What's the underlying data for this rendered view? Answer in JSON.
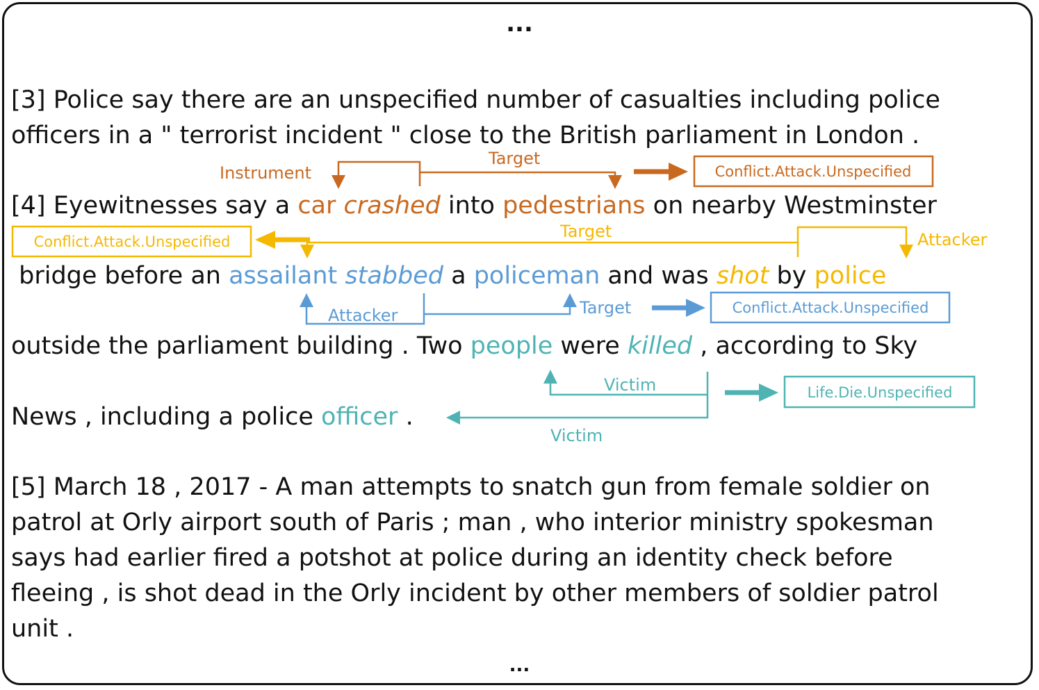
{
  "top_ellipsis": "...",
  "bottom_ellipsis": "...",
  "colors": {
    "event1": "#c8691f",
    "event2": "#f5b800",
    "event3": "#5b9bd5",
    "event4": "#4fb3b3",
    "text": "#111111"
  },
  "paragraphs": {
    "p3": {
      "line1": "[3] Police say there are an unspecified number of casualties including police",
      "line2": "officers in a \" terrorist incident \" close to the British parliament in London ."
    },
    "p4": {
      "l1_a": "[4] Eyewitnesses say a ",
      "l1_car": "car",
      "l1_crashed": "crashed",
      "l1_into": " into ",
      "l1_pedestrians": "pedestrians",
      "l1_rest": " on nearby Westminster",
      "l2_a": " bridge before an ",
      "l2_assailant": "assailant",
      "l2_stabbed": "stabbed",
      "l2_a2": " a ",
      "l2_policeman": "policeman",
      "l2_and": " and was ",
      "l2_shot": "shot",
      "l2_by": " by ",
      "l2_police": "police",
      "l3_a": "outside the parliament building . Two ",
      "l3_people": "people",
      "l3_were": " were ",
      "l3_killed": "killed",
      "l3_rest": " , according to Sky",
      "l4_a": "News , including a police ",
      "l4_officer": "officer",
      "l4_rest": " ."
    },
    "p5": {
      "line1": "[5] March 18 , 2017 - A man attempts to snatch gun from female soldier on",
      "line2": "patrol at Orly airport south of Paris ; man , who interior ministry spokesman",
      "line3": "says had earlier fired a potshot at police during an identity check before",
      "line4": "fleeing , is shot dead in the Orly incident by other members of soldier patrol",
      "line5": "unit ."
    }
  },
  "annotations": {
    "event1": {
      "type": "Conflict.Attack.Unspecified",
      "role_instrument": "Instrument",
      "role_target": "Target"
    },
    "event2": {
      "type": "Conflict.Attack.Unspecified",
      "role_target": "Target",
      "role_attacker": "Attacker"
    },
    "event3": {
      "type": "Conflict.Attack.Unspecified",
      "role_attacker": "Attacker",
      "role_target": "Target"
    },
    "event4": {
      "type": "Life.Die.Unspecified",
      "role_victim_1": "Victim",
      "role_victim_2": "Victim"
    }
  }
}
